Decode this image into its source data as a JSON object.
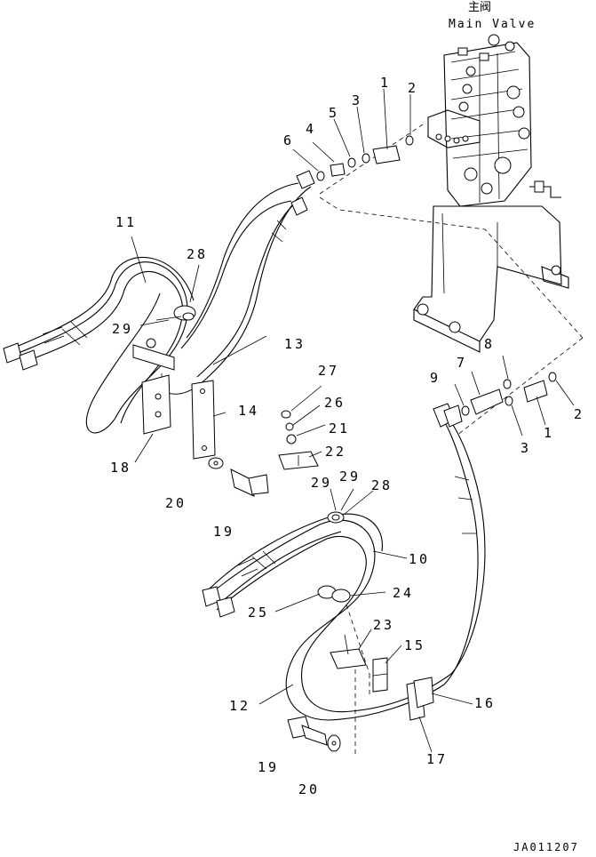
{
  "header": {
    "title_jp": "主阀",
    "title_en": "Main Valve"
  },
  "drawing_code": "JA011207",
  "callouts": [
    {
      "id": "c1a",
      "text": "1"
    },
    {
      "id": "c2a",
      "text": "2"
    },
    {
      "id": "c3a",
      "text": "3"
    },
    {
      "id": "c4",
      "text": "4"
    },
    {
      "id": "c5",
      "text": "5"
    },
    {
      "id": "c6",
      "text": "6"
    },
    {
      "id": "c11",
      "text": "11"
    },
    {
      "id": "c28a",
      "text": "28"
    },
    {
      "id": "c29a",
      "text": "29"
    },
    {
      "id": "c13",
      "text": "13"
    },
    {
      "id": "c27",
      "text": "27"
    },
    {
      "id": "c26",
      "text": "26"
    },
    {
      "id": "c21",
      "text": "21"
    },
    {
      "id": "c22",
      "text": "22"
    },
    {
      "id": "c14",
      "text": "14"
    },
    {
      "id": "c18",
      "text": "18"
    },
    {
      "id": "c20a",
      "text": "20"
    },
    {
      "id": "c19a",
      "text": "19"
    },
    {
      "id": "c7",
      "text": "7"
    },
    {
      "id": "c8",
      "text": "8"
    },
    {
      "id": "c9",
      "text": "9"
    },
    {
      "id": "c3b",
      "text": "3"
    },
    {
      "id": "c1b",
      "text": "1"
    },
    {
      "id": "c2b",
      "text": "2"
    },
    {
      "id": "c29b",
      "text": "29"
    },
    {
      "id": "c29c",
      "text": "29"
    },
    {
      "id": "c28b",
      "text": "28"
    },
    {
      "id": "c10",
      "text": "10"
    },
    {
      "id": "c24",
      "text": "24"
    },
    {
      "id": "c25",
      "text": "25"
    },
    {
      "id": "c23",
      "text": "23"
    },
    {
      "id": "c15",
      "text": "15"
    },
    {
      "id": "c12",
      "text": "12"
    },
    {
      "id": "c16",
      "text": "16"
    },
    {
      "id": "c17",
      "text": "17"
    },
    {
      "id": "c19b",
      "text": "19"
    },
    {
      "id": "c20b",
      "text": "20"
    }
  ]
}
